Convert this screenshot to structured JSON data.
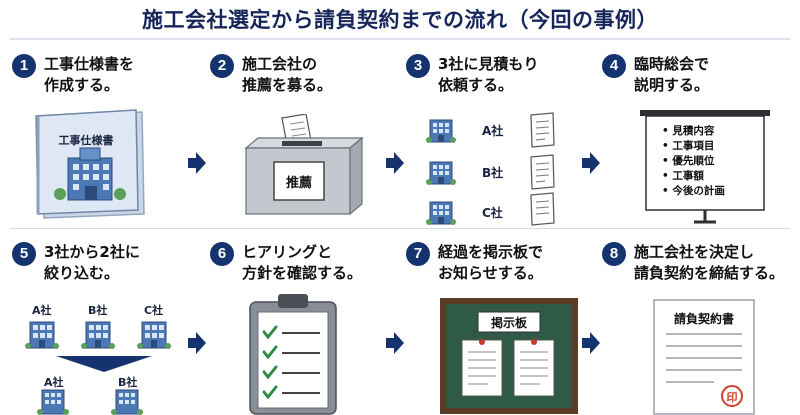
{
  "title": "施工会社選定から請負契約までの流れ（今回の事例）",
  "steps": [
    {
      "number": "1",
      "text": "工事仕様書を\n作成する。",
      "book_label": "工事仕様書"
    },
    {
      "number": "2",
      "text": "施工会社の\n推薦を募る。",
      "box_label": "推薦"
    },
    {
      "number": "3",
      "text": "3社に見積もり\n依頼する。",
      "companies": [
        "A社",
        "B社",
        "C社"
      ]
    },
    {
      "number": "4",
      "text": "臨時総会で\n説明する。",
      "board_items": [
        "見積内容",
        "工事項目",
        "優先順位",
        "工事額",
        "今後の計画"
      ]
    },
    {
      "number": "5",
      "text": "3社から2社に\n絞り込む。",
      "companies_top": [
        "A社",
        "B社",
        "C社"
      ],
      "companies_bottom": [
        "A社",
        "B社"
      ]
    },
    {
      "number": "6",
      "text": "ヒアリングと\n方針を確認する。"
    },
    {
      "number": "7",
      "text": "経過を掲示板で\nお知らせする。",
      "board_label": "掲示板"
    },
    {
      "number": "8",
      "text": "施工会社を決定し\n請負契約を締結する。",
      "doc_label": "請負契約書",
      "seal_label": "印"
    }
  ],
  "colors": {
    "accent": "#15336e",
    "seal": "#d2402d",
    "board_green": "#2f5a45",
    "board_frame": "#5a3e28"
  }
}
